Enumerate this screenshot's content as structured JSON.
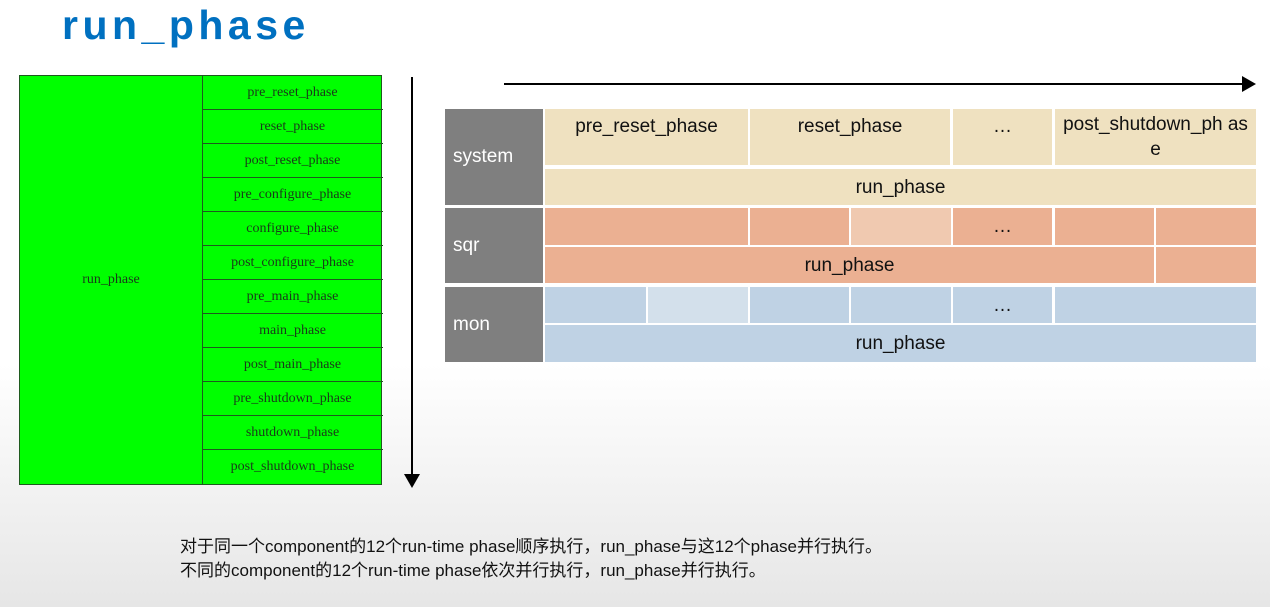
{
  "title": "run_phase",
  "left_diagram": {
    "run_phase_label": "run_phase",
    "phases": [
      "pre_reset_phase",
      "reset_phase",
      "post_reset_phase",
      "pre_configure_phase",
      "configure_phase",
      "post_configure_phase",
      "pre_main_phase",
      "main_phase",
      "post_main_phase",
      "pre_shutdown_phase",
      "shutdown_phase",
      "post_shutdown_phase"
    ],
    "fill_color": "#00ff00"
  },
  "right_diagram": {
    "rows": [
      {
        "label": "system",
        "color": "#efe1c0",
        "cells": [
          "pre_reset_phase",
          "reset_phase",
          "…",
          "post_shutdown_ph ase"
        ],
        "run": "run_phase"
      },
      {
        "label": "sqr",
        "color": "#ebb092",
        "cells": [
          "",
          "",
          "",
          "…",
          "",
          ""
        ],
        "run": "run_phase"
      },
      {
        "label": "mon",
        "color": "#bfd2e4",
        "cells": [
          "",
          "",
          "",
          "",
          "…",
          ""
        ],
        "run": "run_phase"
      }
    ],
    "label_color": "#7f7f7f"
  },
  "notes": [
    "对于同一个component的12个run-time phase顺序执行，run_phase与这12个phase并行执行。",
    "不同的component的12个run-time phase依次并行执行，run_phase并行执行。"
  ]
}
